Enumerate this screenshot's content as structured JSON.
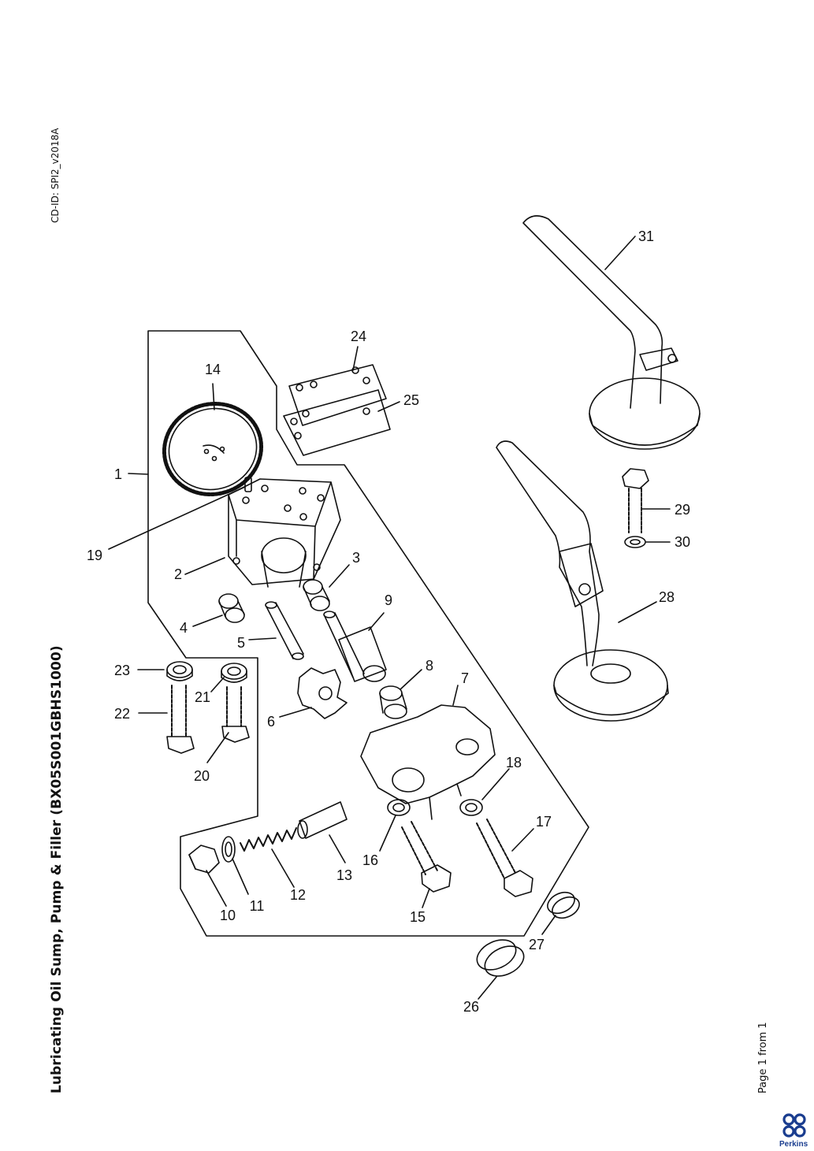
{
  "page": {
    "title": "Lubricating Oil Sump, Pump & Filler (BX05S001GBHS1000)",
    "cd_id": "CD-ID: SPI2_v2018A",
    "page_label": "Page 1 from 1",
    "brand": "Perkins",
    "brand_color": "#1a3d8f"
  },
  "diagram": {
    "callouts": [
      "1",
      "2",
      "3",
      "4",
      "5",
      "6",
      "7",
      "8",
      "9",
      "10",
      "11",
      "12",
      "13",
      "14",
      "15",
      "16",
      "17",
      "18",
      "19",
      "20",
      "21",
      "22",
      "23",
      "24",
      "25",
      "26",
      "27",
      "28",
      "29",
      "30",
      "31"
    ]
  }
}
